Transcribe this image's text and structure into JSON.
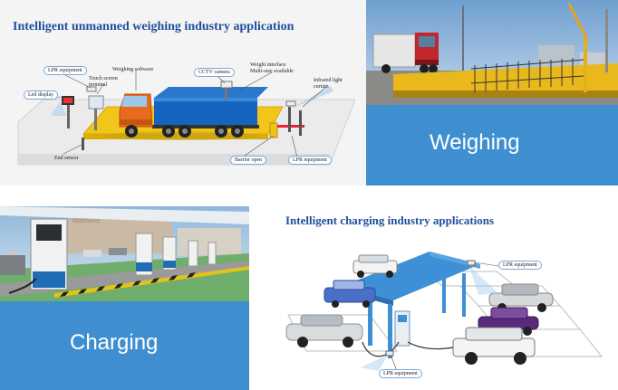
{
  "weighing_section": {
    "diagram_title": "Intelligent unmanned weighing industry application",
    "callouts": {
      "lpr_top": "LPR equipment",
      "weighing_software": "Weighing software",
      "cctv": "CCTV camera",
      "weight_interface_1": "Weight interface",
      "weight_interface_2": "Multi-size available",
      "touch_screen_1": "Touch screen",
      "touch_screen_2": "terminal",
      "infrared_1": "Infrared light",
      "infrared_2": "curtain",
      "led_display": "Led display",
      "end_sensor": "End sensor",
      "barrier_open": "Barrier open",
      "lpr_bottom": "LPR equipment"
    },
    "banner_label": "Weighing"
  },
  "charging_section": {
    "diagram_title": "Intelligent charging industry applications",
    "callouts": {
      "lpr_top": "LPR equipment",
      "lpr_bottom": "LPR equipment"
    },
    "banner_label": "Charging"
  },
  "colors": {
    "title_blue": "#1f4e9c",
    "banner_blue": "#3f8fd0",
    "truck_cab": "#e86a1c",
    "truck_body": "#1565c0",
    "scale_yellow": "#f2c51a",
    "canopy_blue": "#3d8fd6"
  }
}
